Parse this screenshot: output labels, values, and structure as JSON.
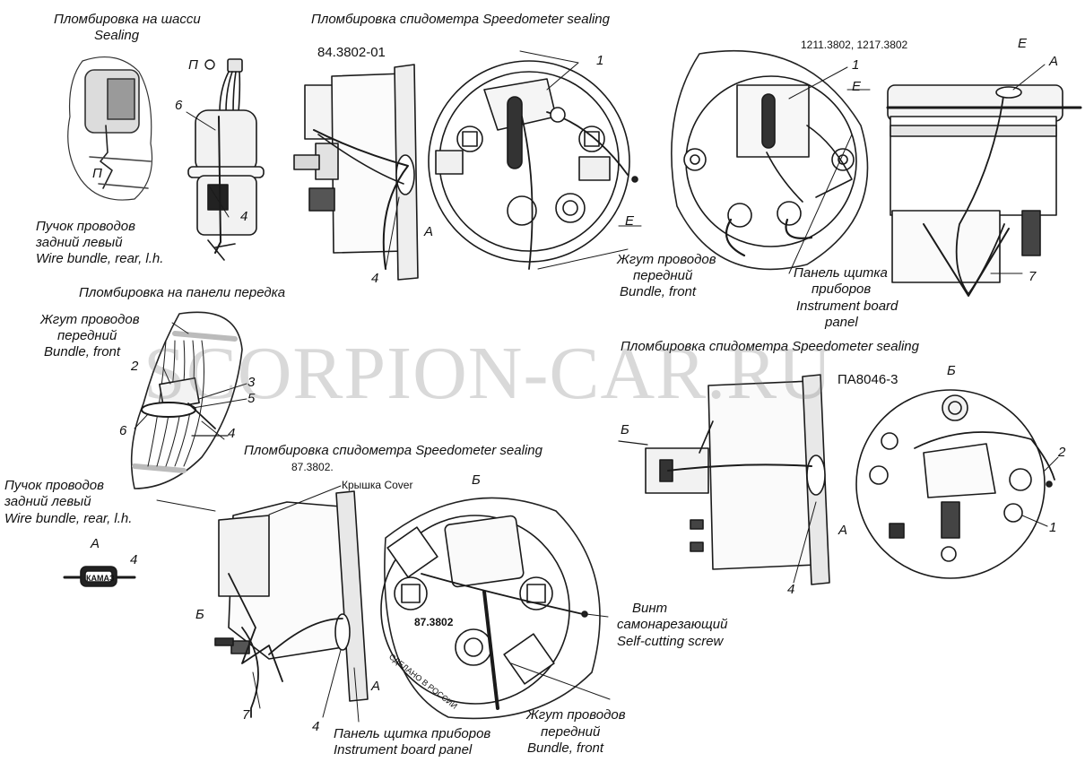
{
  "labels": {
    "chassis_title_ru": "Пломбировка на шасси",
    "chassis_title_en": "Sealing",
    "speedo_title_1": "Пломбировка спидометра Speedometer sealing",
    "speedo_title_2": "Пломбировка спидометра Speedometer sealing",
    "speedo_title_3": "Пломбировка спидометра Speedometer sealing",
    "model_843802": "84.3802-01",
    "model_1211": "1211.3802,  1217.3802",
    "model_pa8046": "ПА8046-3",
    "model_873802": "87.3802.",
    "dial_873802": "87.3802",
    "dial_made_in": "СДЕЛАНО В РОССИИ",
    "wire_rear_ru_1": "Пучок проводов",
    "wire_rear_ru_2": "задний левый",
    "wire_rear_en": "Wire bundle, rear, l.h.",
    "front_panel_title": "Пломбировка на панели передка",
    "front_bundle_ru_1": "Жгут проводов",
    "front_bundle_ru_2": "передний",
    "front_bundle_en": "Bundle, front",
    "front_bundle_b_ru_1": "Жгут проводов",
    "front_bundle_b_ru_2": "передний",
    "front_bundle_b_en": "Bundle, front",
    "front_bundle_c_ru_1": "Жгут проводов",
    "front_bundle_c_ru_2": "передний",
    "front_bundle_c_en": "Bundle, front",
    "wire_rear2_ru_1": "Пучок проводов",
    "wire_rear2_ru_2": "задний левый",
    "wire_rear2_en": "Wire bundle, rear, l.h.",
    "board_ru_1": "Панель щитка",
    "board_ru_2": "приборов",
    "board_en_1": "Instrument board",
    "board_en_2": "panel",
    "board2_ru": "Панель щитка приборов",
    "board2_en": "Instrument board panel",
    "cover": "Крышка Cover",
    "screw_ru_1": "Винт",
    "screw_ru_2": "самонарезающий",
    "screw_en": "Self-cutting screw",
    "view_a": "А",
    "view_b": "Б",
    "view_e": "Е",
    "view_p": "П",
    "view_a_plain": "А",
    "kamaz": "КАМАЗ",
    "n1": "1",
    "n2": "2",
    "n3": "3",
    "n4": "4",
    "n5": "5",
    "n6": "6",
    "n7": "7",
    "watermark": "SCORPION-CAR.RU"
  }
}
